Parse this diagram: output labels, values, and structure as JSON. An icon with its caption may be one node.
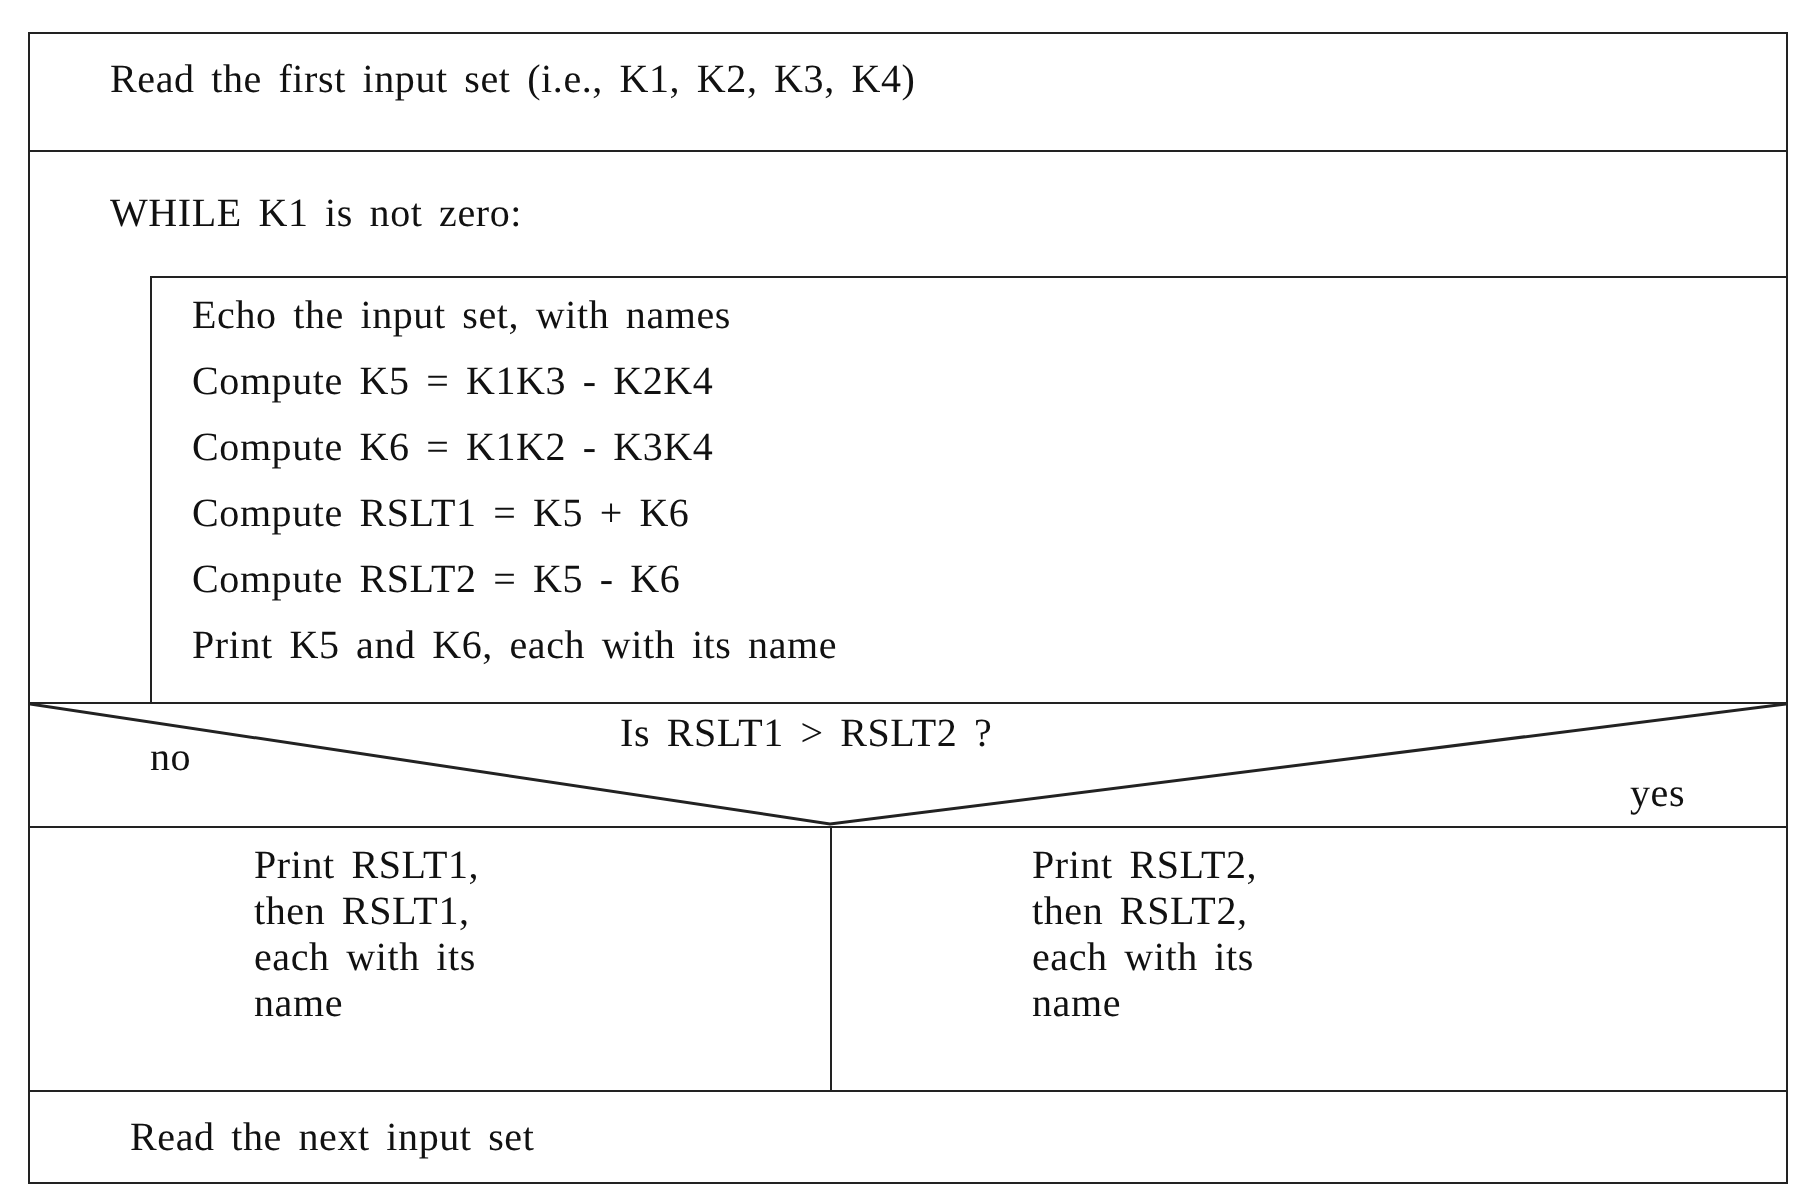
{
  "diagram": {
    "nodes": [
      {
        "text": [
          "Read the first input set (i.e., K1, K2, K3, K4)"
        ]
      },
      {
        "text": [
          "WHILE K1 is not zero:"
        ]
      },
      {
        "text": [
          "Echo the input set, with names",
          "Compute K5 = K1K3 - K2K4",
          "Compute K6 = K1K2 - K3K4",
          "Compute RSLT1 = K5 + K6",
          "Compute RSLT2 = K5 - K6",
          "Print K5 and K6, each with its name"
        ],
        "in": 1
      },
      {
        "text": [
          "Is RSLT1 > RSLT2 ?",
          "no",
          "yes"
        ]
      },
      {
        "text": [
          "Print RSLT1, then RSLT1, each with its name"
        ]
      },
      {
        "text": [
          "Print RSLT2, then RSLT2, each with its name"
        ]
      },
      {
        "text": [
          "Read the next input set"
        ]
      }
    ]
  }
}
